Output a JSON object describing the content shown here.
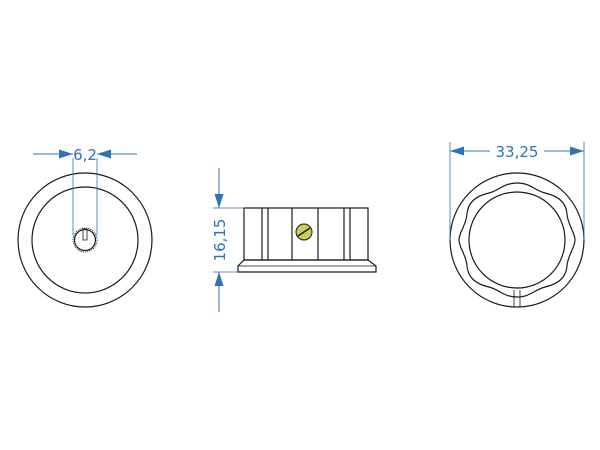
{
  "colors": {
    "dimension": "#2f73b5",
    "outline": "#1a1a1a",
    "screw": "#c8cf4a"
  },
  "dimensions": {
    "shaft_diameter": "6,2",
    "height": "16,15",
    "outer_diameter": "33,25"
  },
  "views": [
    "front-view",
    "side-view",
    "rear-view"
  ]
}
